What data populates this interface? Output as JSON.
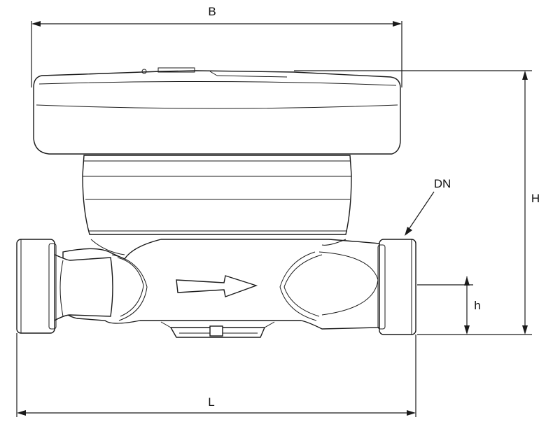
{
  "dimensions": {
    "width_label": "B",
    "height_label": "H",
    "length_label": "L",
    "axis_height_label": "h",
    "nominal_diameter_label": "DN"
  }
}
